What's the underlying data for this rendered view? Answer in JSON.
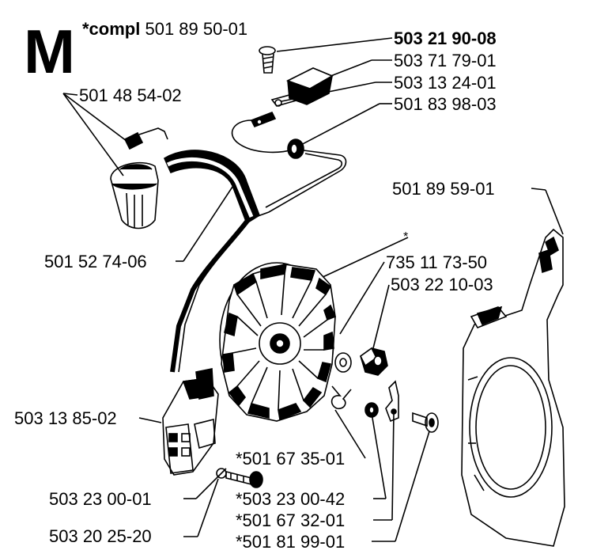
{
  "section_letter": "M",
  "assembly_note": {
    "prefix": "*compl",
    "part_number": "501 89 50-01"
  },
  "callouts": [
    {
      "id": "screw",
      "part_number": "503 21 90-08",
      "bold": true
    },
    {
      "id": "ignition-switch",
      "part_number": "503 71 79-01",
      "bold": false
    },
    {
      "id": "cable-terminal",
      "part_number": "503 13 24-01",
      "bold": false
    },
    {
      "id": "short-circuit-cable",
      "part_number": "501 83 98-03",
      "bold": false
    },
    {
      "id": "spark-plug-cap",
      "part_number": "501 48 54-02",
      "bold": false
    },
    {
      "id": "crankcase-side-plate",
      "part_number": "501 89 59-01",
      "bold": false
    },
    {
      "id": "ignition-lead",
      "part_number": "501 52 74-06",
      "bold": false
    },
    {
      "id": "flywheel-nut",
      "part_number": "735 11 73-50",
      "bold": false
    },
    {
      "id": "washer",
      "part_number": "503 22 10-03",
      "bold": false
    },
    {
      "id": "ignition-module",
      "part_number": "503 13 85-02",
      "bold": false
    },
    {
      "id": "spring",
      "part_number": "*501 67 35-01",
      "bold": false
    },
    {
      "id": "small-washer",
      "part_number": "*503 23 00-42",
      "bold": false
    },
    {
      "id": "pawl",
      "part_number": "*501 67 32-01",
      "bold": false
    },
    {
      "id": "pawl-bolt",
      "part_number": "*501 81 99-01",
      "bold": false
    },
    {
      "id": "module-screw",
      "part_number": "503 23 00-01",
      "bold": false
    },
    {
      "id": "module-washer",
      "part_number": "503 20 25-20",
      "bold": false
    }
  ],
  "flywheel_marker": "*"
}
